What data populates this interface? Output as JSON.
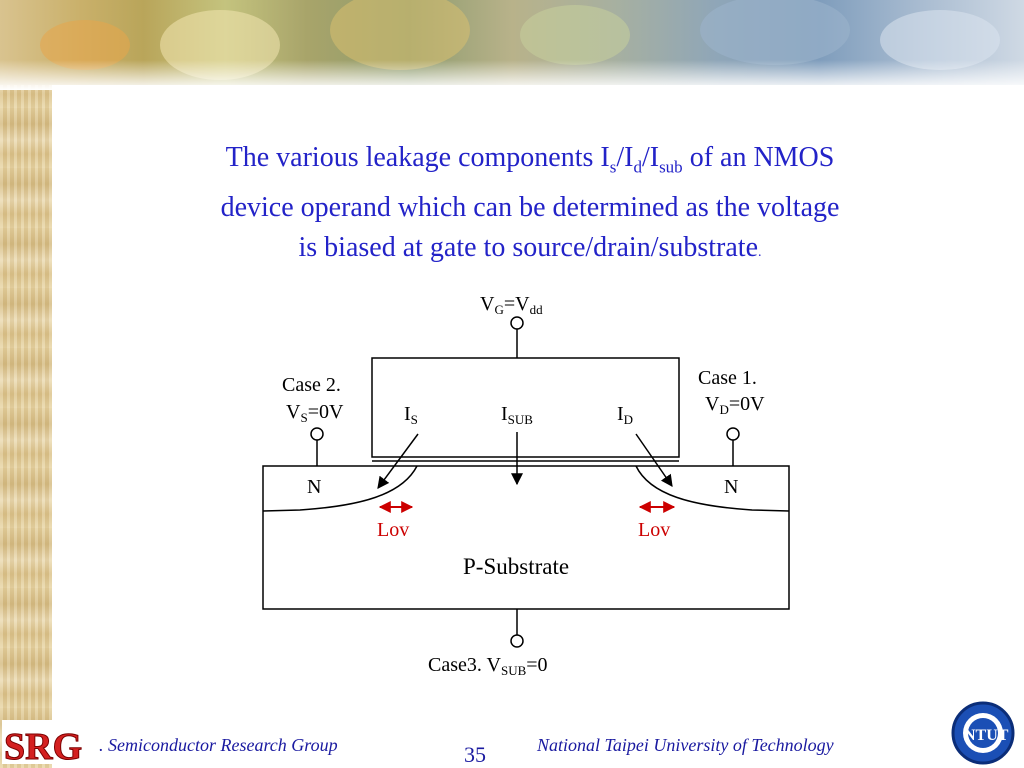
{
  "title": {
    "line1_pre": "The various leakage components I",
    "sub_s": "s",
    "sep1": "/I",
    "sub_d": "d",
    "sep2": "/I",
    "sub_sub": "sub",
    "line1_post": " of an NMOS",
    "line2": "device operand which can be determined as the voltage",
    "line3": "is biased at gate to source/drain/substrate",
    "trailing_dot": "."
  },
  "diagram": {
    "gate_label": {
      "main": "V",
      "sub": "G",
      "mid": "=V",
      "sub2": "dd"
    },
    "case2": {
      "title": "Case 2.",
      "v": "V",
      "sub": "S",
      "rest": "=0V"
    },
    "case1": {
      "title": "Case 1.",
      "v": "V",
      "sub": "D",
      "rest": "=0V"
    },
    "case3": {
      "pre": "Case3. V",
      "sub": "SUB",
      "rest": "=0"
    },
    "is_label": {
      "main": "I",
      "sub": "S"
    },
    "isub_label": {
      "main": "I",
      "sub": "SUB"
    },
    "id_label": {
      "main": "I",
      "sub": "D"
    },
    "n_left": "N",
    "n_right": "N",
    "lov_left": "Lov",
    "lov_right": "Lov",
    "substrate": "P-Substrate",
    "colors": {
      "line": "#000000",
      "lov": "#cc0000",
      "title": "#2323c8"
    }
  },
  "footer": {
    "org_logo_text": "SRG",
    "group": ". Semiconductor Research Group",
    "page": "35",
    "university": "National Taipei University of  Technology",
    "univ_logo_text": "NTUT"
  }
}
